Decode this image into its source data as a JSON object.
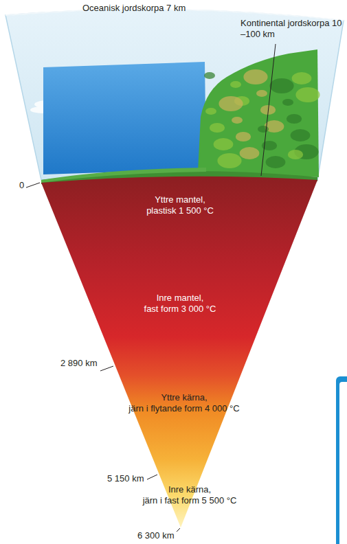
{
  "diagram": {
    "nodes": [
      {
        "text": [
          "Yttre mantel,",
          "plastisk 1 500 °C"
        ]
      },
      {
        "text": [
          "Inre mantel,",
          "fast form 3 000 °C"
        ]
      },
      {
        "text": [
          "Yttre kärna,",
          "järn i flytande form 4 000 °C"
        ]
      },
      {
        "text": [
          "Inre kärna,",
          "järn i fast form 5 500 °C"
        ]
      }
    ],
    "labels": [
      "Oceanisk jordskorpa 7 km",
      "Kontinental jordskorpa 10 –100 km",
      "0",
      "2 890 km",
      "5 150 km",
      "6 300 km"
    ]
  }
}
